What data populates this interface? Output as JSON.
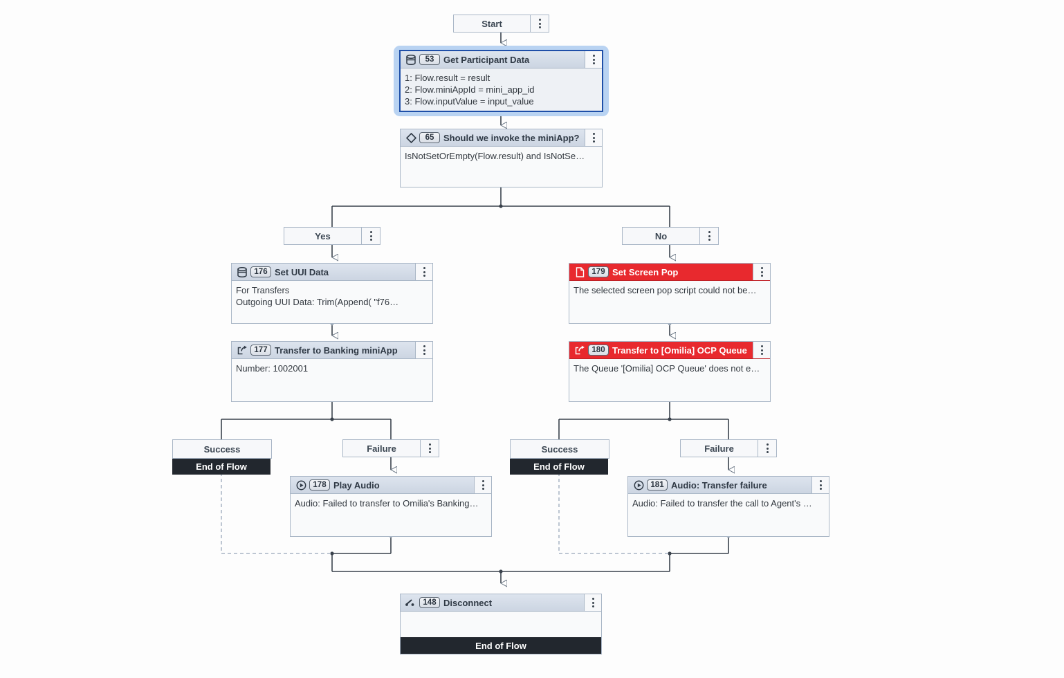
{
  "flow": {
    "title": "Call flow designer canvas",
    "colors": {
      "error_red": "#e8292e",
      "header_blue_grey": "#ccd5e2",
      "selection_blue": "#1f4fa8",
      "end_of_flow_dark": "#22272e",
      "edge_line": "#3a424c",
      "dashed_line": "#a8b4c4"
    },
    "nodes": {
      "start": {
        "label": "Start",
        "menu": "kebab-menu"
      },
      "get_participant_data": {
        "id": "53",
        "title": "Get Participant Data",
        "icon": "database-icon",
        "selected": true,
        "lines": [
          "1: Flow.result = result",
          "2: Flow.miniAppId = mini_app_id",
          "3: Flow.inputValue = input_value"
        ]
      },
      "decision": {
        "id": "65",
        "title": "Should we invoke the miniApp?",
        "icon": "diamond-decision-icon",
        "lines": [
          "IsNotSetOrEmpty(Flow.result) and IsNotSe…"
        ]
      },
      "branch_yes": {
        "label": "Yes"
      },
      "branch_no": {
        "label": "No"
      },
      "set_uui_data": {
        "id": "176",
        "title": "Set UUI Data",
        "icon": "database-icon",
        "lines": [
          "For Transfers",
          "Outgoing UUI Data: Trim(Append( \"f76…"
        ]
      },
      "set_screen_pop": {
        "id": "179",
        "title": "Set Screen Pop",
        "icon": "document-icon",
        "error": true,
        "lines": [
          "The selected screen pop script could not be…"
        ]
      },
      "transfer_banking": {
        "id": "177",
        "title": "Transfer to Banking miniApp",
        "icon": "transfer-out-icon",
        "lines": [
          "Number: 1002001"
        ]
      },
      "transfer_ocp": {
        "id": "180",
        "title": "Transfer to [Omilia] OCP Queue",
        "icon": "transfer-out-icon",
        "error": true,
        "lines": [
          "The Queue '[Omilia] OCP Queue' does not e…"
        ]
      },
      "success_left": {
        "label": "Success",
        "end_label": "End of Flow"
      },
      "failure_left": {
        "label": "Failure"
      },
      "success_right": {
        "label": "Success",
        "end_label": "End of Flow"
      },
      "failure_right": {
        "label": "Failure"
      },
      "play_audio": {
        "id": "178",
        "title": "Play Audio",
        "icon": "play-audio-icon",
        "lines": [
          "Audio: Failed to transfer to Omilia's Banking…"
        ]
      },
      "audio_transfer_failure": {
        "id": "181",
        "title": "Audio: Transfer failure",
        "icon": "play-audio-icon",
        "lines": [
          "Audio: Failed to transfer the call to Agent's …"
        ]
      },
      "disconnect": {
        "id": "148",
        "title": "Disconnect",
        "icon": "hangup-phone-icon",
        "lines": [
          ""
        ],
        "end_label": "End of Flow"
      }
    }
  }
}
